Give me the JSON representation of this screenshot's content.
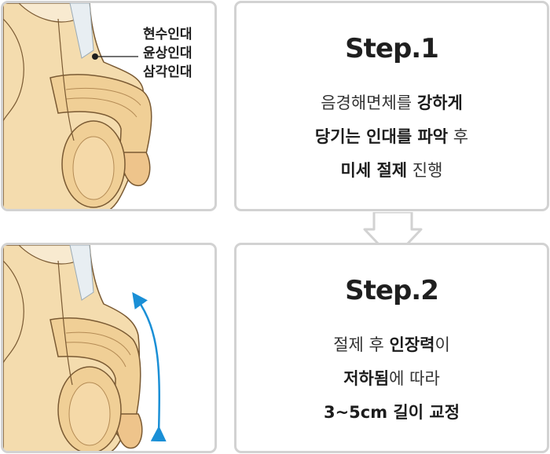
{
  "ligament_labels": [
    "현수인대",
    "윤상인대",
    "삼각인대"
  ],
  "step1": {
    "title": "Step.1",
    "line1_normal": "음경해면체를 ",
    "line1_bold": "강하게",
    "line2_bold": "당기는 인대를 파악",
    "line2_normal": " 후",
    "line3_bold": "미세 절제",
    "line3_normal": " 진행"
  },
  "step2": {
    "title": "Step.2",
    "line1_normal_a": "절제 후 ",
    "line1_bold": "인장력",
    "line1_normal_b": "이",
    "line2_bold": "저하됨",
    "line2_normal": "에 따라",
    "line3_bold": "3~5cm 길이 교정"
  },
  "colors": {
    "skin": "#f4dcae",
    "outline": "#7a5a33",
    "border": "#d2d2d2",
    "arrow": "#1a8fd6"
  }
}
